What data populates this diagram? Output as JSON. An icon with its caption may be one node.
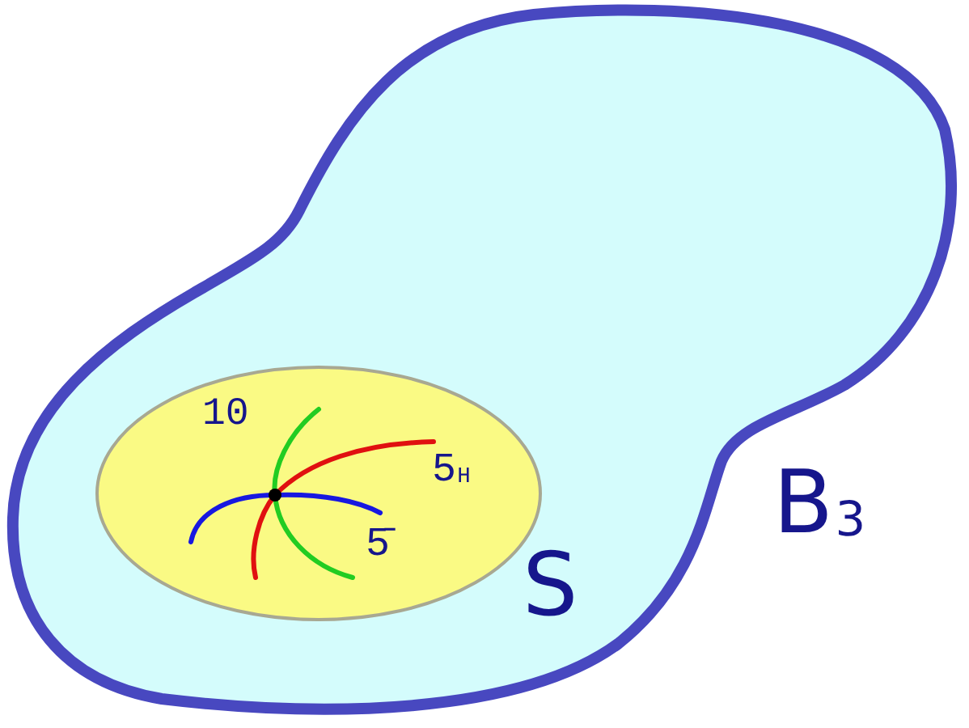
{
  "diagram": {
    "nodes": [
      {
        "text": [
          "B$_{3}$"
        ]
      },
      {
        "text": [
          "S"
        ],
        "in": 0
      }
    ],
    "labels": [
      "10",
      "5$_{H}$",
      "5̄"
    ]
  }
}
